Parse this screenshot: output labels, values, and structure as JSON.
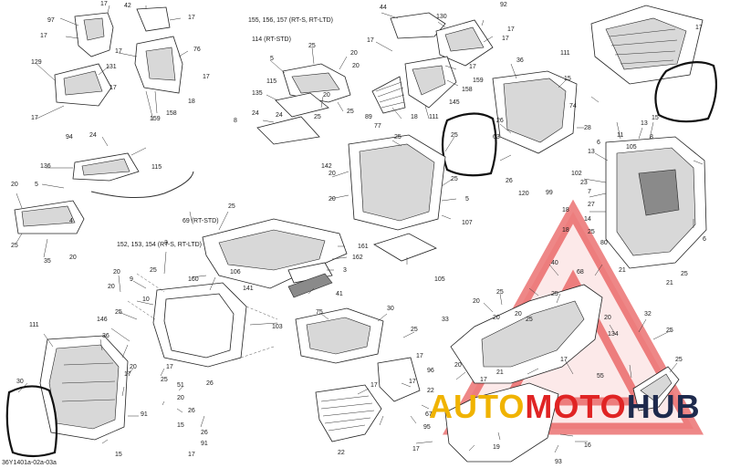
{
  "diagram": {
    "drawing_code": "36Y1401a-02a-03a",
    "watermark": {
      "part1": "AUTO",
      "part2": "MOTO",
      "part3": "HUB",
      "colors": {
        "red": "#e02424",
        "yellow": "#f0b300",
        "navy": "#1e2a4d"
      }
    },
    "callouts": [
      "17",
      "42",
      "17",
      "97",
      "17",
      "17",
      "76",
      "17",
      "129",
      "131",
      "17",
      "17",
      "158",
      "159",
      "18",
      "155, 156, 157 (RT-S, RT-LTD)",
      "114 (RT-STD)",
      "25",
      "5",
      "20",
      "20",
      "115",
      "135",
      "24",
      "20",
      "25",
      "25",
      "44",
      "130",
      "92",
      "17",
      "17",
      "159",
      "158",
      "17",
      "17",
      "89",
      "77",
      "18",
      "111",
      "145",
      "36",
      "15",
      "28",
      "26",
      "63",
      "26",
      "120",
      "111",
      "17",
      "74",
      "24",
      "8",
      "142",
      "25",
      "20",
      "25",
      "20",
      "5",
      "25",
      "107",
      "24",
      "94",
      "115",
      "136",
      "5",
      "20",
      "25",
      "35",
      "69 (RT-STD)",
      "152, 153, 154 (RT-S, RT-LTD)",
      "20",
      "4",
      "25",
      "3",
      "160",
      "161",
      "162",
      "3",
      "106",
      "41",
      "105",
      "13",
      "105",
      "6",
      "15",
      "13",
      "11",
      "102",
      "23",
      "99",
      "18",
      "7",
      "27",
      "14",
      "18",
      "25",
      "80",
      "21",
      "25",
      "21",
      "6",
      "8",
      "20",
      "9",
      "20",
      "10",
      "25",
      "25",
      "141",
      "103",
      "146",
      "111",
      "30",
      "75",
      "30",
      "25",
      "20",
      "25",
      "20",
      "25",
      "40",
      "20",
      "68",
      "33",
      "32",
      "25",
      "20",
      "134",
      "55",
      "25",
      "25",
      "20",
      "17",
      "36",
      "20",
      "17",
      "17",
      "91",
      "51",
      "20",
      "25",
      "26",
      "15",
      "26",
      "26",
      "91",
      "15",
      "17",
      "17",
      "17",
      "96",
      "17",
      "22",
      "95",
      "22",
      "67",
      "17",
      "17",
      "19",
      "16",
      "93",
      "21"
    ]
  }
}
